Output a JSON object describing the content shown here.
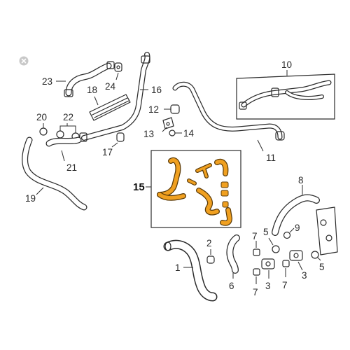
{
  "callouts": {
    "c1": "1",
    "c2": "2",
    "c3a": "3",
    "c3b": "3",
    "c5a": "5",
    "c5b": "5",
    "c6": "6",
    "c7a": "7",
    "c7b": "7",
    "c7c": "7",
    "c8": "8",
    "c9": "9",
    "c10": "10",
    "c11": "11",
    "c12": "12",
    "c13": "13",
    "c14": "14",
    "c15": "15",
    "c16": "16",
    "c17": "17",
    "c18": "18",
    "c19": "19",
    "c20": "20",
    "c21": "21",
    "c22": "22",
    "c23": "23",
    "c24": "24"
  },
  "colors": {
    "highlight": "#f0a020",
    "highlight_outline": "#5a3a08",
    "line": "#2b2b2b",
    "close_button": "#c8c8c8"
  },
  "icons": {
    "close": "close-icon"
  }
}
